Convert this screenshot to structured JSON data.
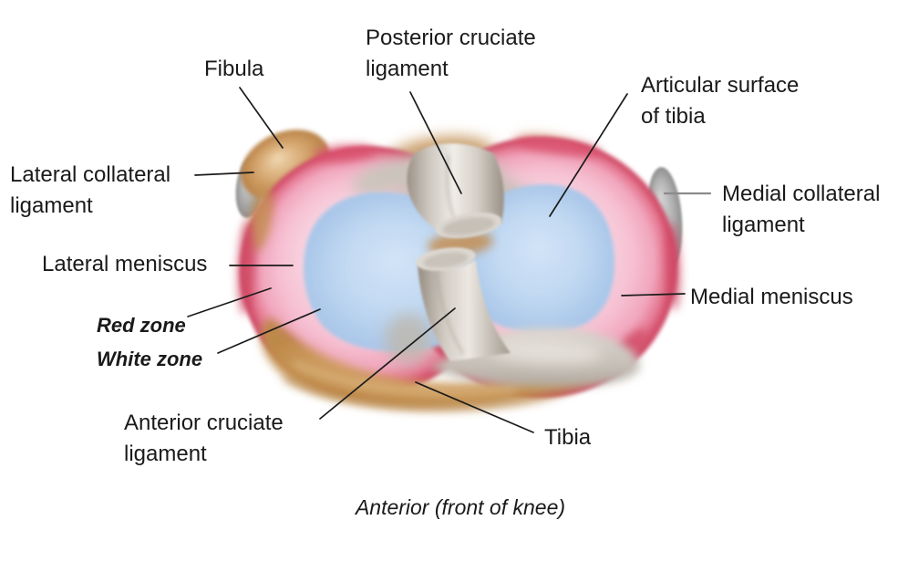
{
  "diagram": {
    "title_caption": "Anterior (front of knee)",
    "labels": {
      "fibula": {
        "line1": "Fibula"
      },
      "posterior_cruciate": {
        "line1": "Posterior cruciate",
        "line2": "ligament"
      },
      "articular_surface": {
        "line1": "Articular surface",
        "line2": "of tibia"
      },
      "lateral_collateral": {
        "line1": "Lateral collateral",
        "line2": "ligament"
      },
      "medial_collateral": {
        "line1": "Medial collateral",
        "line2": "ligament"
      },
      "lateral_meniscus": {
        "line1": "Lateral meniscus"
      },
      "medial_meniscus": {
        "line1": "Medial meniscus"
      },
      "red_zone": {
        "line1": "Red zone"
      },
      "white_zone": {
        "line1": "White zone"
      },
      "anterior_cruciate": {
        "line1": "Anterior cruciate",
        "line2": "ligament"
      },
      "tibia": {
        "line1": "Tibia"
      }
    },
    "colors": {
      "background": "#ffffff",
      "label_text": "#1a1a1a",
      "leader_line": "#1b1b1b",
      "mcl_leader_line": "#8a8a8a",
      "meniscus_pink": "#f6c0d2",
      "meniscus_red_rim": "#cf4a64",
      "articular_cartilage_blue": "#bcd6f0",
      "bone_tan": "#d2a267",
      "ligament_gray": "#d5cfc7"
    }
  }
}
